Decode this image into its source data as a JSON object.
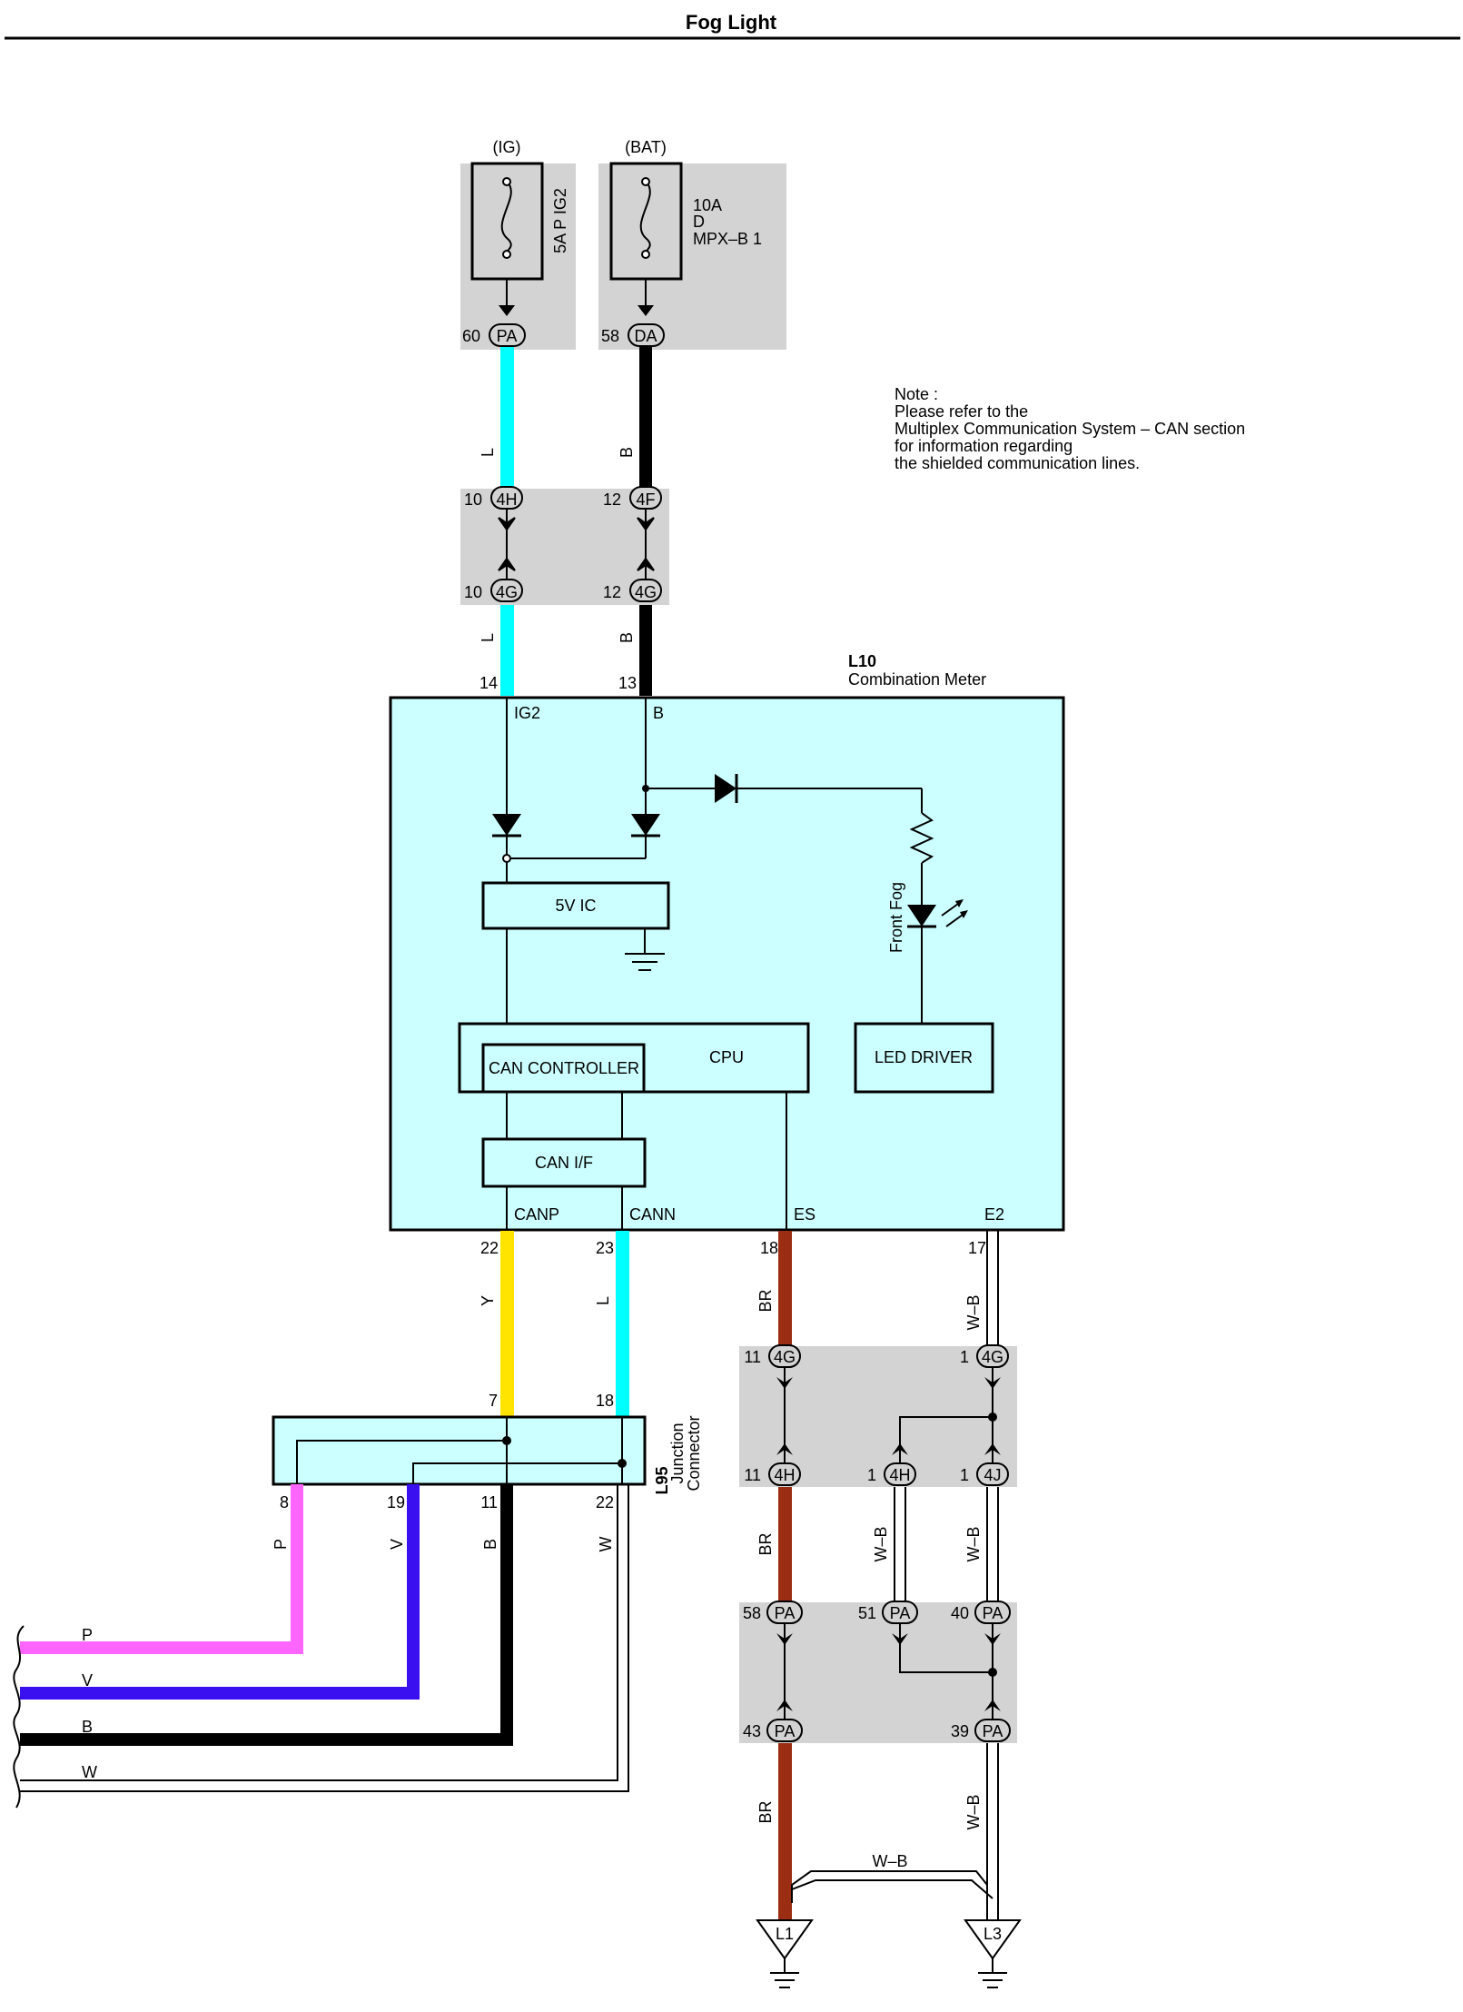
{
  "title": "Fog Light",
  "note": {
    "lines": [
      "Note :",
      "Please refer to the",
      "Multiplex Communication System – CAN section",
      "for information regarding",
      "the shielded communication lines."
    ]
  },
  "fuses": {
    "ig": {
      "source": "(IG)",
      "rating": "5A P IG2",
      "pin": "60",
      "conn": "PA"
    },
    "bat": {
      "source": "(BAT)",
      "line1": "10A",
      "line2": "D",
      "line3": "MPX–B 1",
      "pin": "58",
      "conn": "DA"
    }
  },
  "connectors_upper": {
    "left_top": {
      "pin": "10",
      "conn": "4H"
    },
    "left_bottom": {
      "pin": "10",
      "conn": "4G"
    },
    "right_top": {
      "pin": "12",
      "conn": "4F"
    },
    "right_bottom": {
      "pin": "12",
      "conn": "4G"
    }
  },
  "wire_colors": {
    "L": "L",
    "B": "B",
    "Y": "Y",
    "BR": "BR",
    "WB": "W–B",
    "P": "P",
    "V": "V",
    "W": "W"
  },
  "meter": {
    "id": "L10",
    "name": "Combination Meter",
    "pin_ig2": "14",
    "pin_b": "13",
    "term_ig2": "IG2",
    "term_b": "B",
    "ic": "5V IC",
    "cpu": "CPU",
    "can_controller": "CAN CONTROLLER",
    "can_if": "CAN I/F",
    "led_driver": "LED DRIVER",
    "front_fog": "Front Fog",
    "term_canp": "CANP",
    "term_cann": "CANN",
    "term_es": "ES",
    "term_e2": "E2",
    "pin_canp": "22",
    "pin_cann": "23",
    "pin_es": "18",
    "pin_e2": "17"
  },
  "junction": {
    "id": "L95",
    "name1": "Junction",
    "name2": "Connector",
    "pin_in_y": "7",
    "pin_in_l": "18",
    "pin_p": "8",
    "pin_v": "19",
    "pin_b": "11",
    "pin_w": "22"
  },
  "ground_connectors": {
    "g4_left": {
      "pin": "11",
      "conn": "4G"
    },
    "g4_right": {
      "pin": "1",
      "conn": "4G"
    },
    "h4_left": {
      "pin": "11",
      "conn": "4H"
    },
    "h4_mid": {
      "pin": "1",
      "conn": "4H"
    },
    "j4_right": {
      "pin": "1",
      "conn": "4J"
    },
    "pa_left_top": {
      "pin": "58",
      "conn": "PA"
    },
    "pa_mid_top": {
      "pin": "51",
      "conn": "PA"
    },
    "pa_right_top": {
      "pin": "40",
      "conn": "PA"
    },
    "pa_left_bottom": {
      "pin": "43",
      "conn": "PA"
    },
    "pa_right_bottom": {
      "pin": "39",
      "conn": "PA"
    }
  },
  "grounds": {
    "left": "L1",
    "right": "L3"
  },
  "colors": {
    "L": "#00ffff",
    "B": "#000000",
    "Y": "#ffe400",
    "BR": "#9b2d12",
    "P": "#ff66ff",
    "V": "#3a10f0",
    "meter_fill": "#ccffff",
    "shade": "#d3d3d3"
  }
}
